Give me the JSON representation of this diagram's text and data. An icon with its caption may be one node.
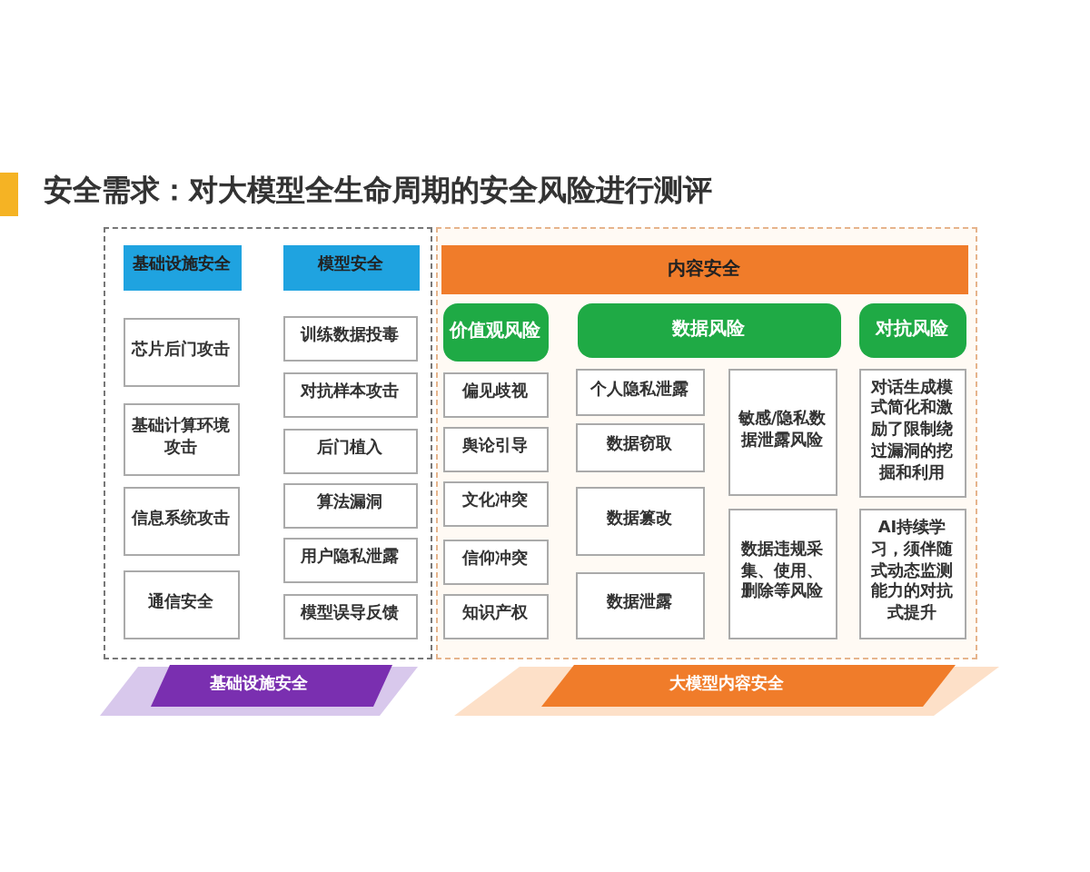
{
  "diagram": {
    "title": "安全需求：对大模型全生命周期的安全风险进行测评",
    "nodes": [
      {
        "text": [],
        "shape": "box"
      },
      {
        "text": [
          "基础设施安全"
        ],
        "in": 0
      },
      {
        "text": [
          "模型安全"
        ],
        "in": 0
      },
      {
        "text": [
          "芯片后门攻击"
        ],
        "in": 0
      },
      {
        "text": [
          "基础计算环境攻击"
        ],
        "in": 0
      },
      {
        "text": [
          "信息系统攻击"
        ],
        "in": 0
      },
      {
        "text": [
          "通信安全"
        ],
        "in": 0
      },
      {
        "text": [
          "训练数据投毒"
        ],
        "in": 0
      },
      {
        "text": [
          "对抗样本攻击"
        ],
        "in": 0
      },
      {
        "text": [
          "后门植入"
        ],
        "in": 0
      },
      {
        "text": [
          "算法漏洞"
        ],
        "in": 0
      },
      {
        "text": [
          "用户隐私泄露"
        ],
        "in": 0
      },
      {
        "text": [
          "模型误导反馈"
        ],
        "in": 0
      },
      {
        "text": [],
        "shape": "box"
      },
      {
        "text": [
          "内容安全"
        ],
        "in": 13
      },
      {
        "text": [
          "价值观风险"
        ],
        "in": 13
      },
      {
        "text": [
          "数据风险"
        ],
        "in": 13
      },
      {
        "text": [
          "对抗风险"
        ],
        "in": 13
      },
      {
        "text": [
          "偏见歧视"
        ],
        "in": 13
      },
      {
        "text": [
          "舆论引导"
        ],
        "in": 13
      },
      {
        "text": [
          "文化冲突"
        ],
        "in": 13
      },
      {
        "text": [
          "信仰冲突"
        ],
        "in": 13
      },
      {
        "text": [
          "知识产权"
        ],
        "in": 13
      },
      {
        "text": [
          "个人隐私泄露"
        ],
        "in": 13
      },
      {
        "text": [
          "数据窃取"
        ],
        "in": 13
      },
      {
        "text": [
          "数据篡改"
        ],
        "in": 13
      },
      {
        "text": [
          "数据泄露"
        ],
        "in": 13
      },
      {
        "text": [
          "敏感/隐私数据泄露风险"
        ],
        "in": 13
      },
      {
        "text": [
          "数据违规采集、使用、删除等风险"
        ],
        "in": 13
      },
      {
        "text": [
          "对话生成模式简化和激励了限制绕过漏洞的挖掘和利用"
        ],
        "in": 13
      },
      {
        "text": [
          "AI持续学习，须伴随式动态监测能力的对抗式提升"
        ],
        "in": 13
      },
      {
        "text": [
          "基础设施安全"
        ]
      },
      {
        "text": [
          "大模型内容安全"
        ]
      }
    ],
    "edges": []
  }
}
